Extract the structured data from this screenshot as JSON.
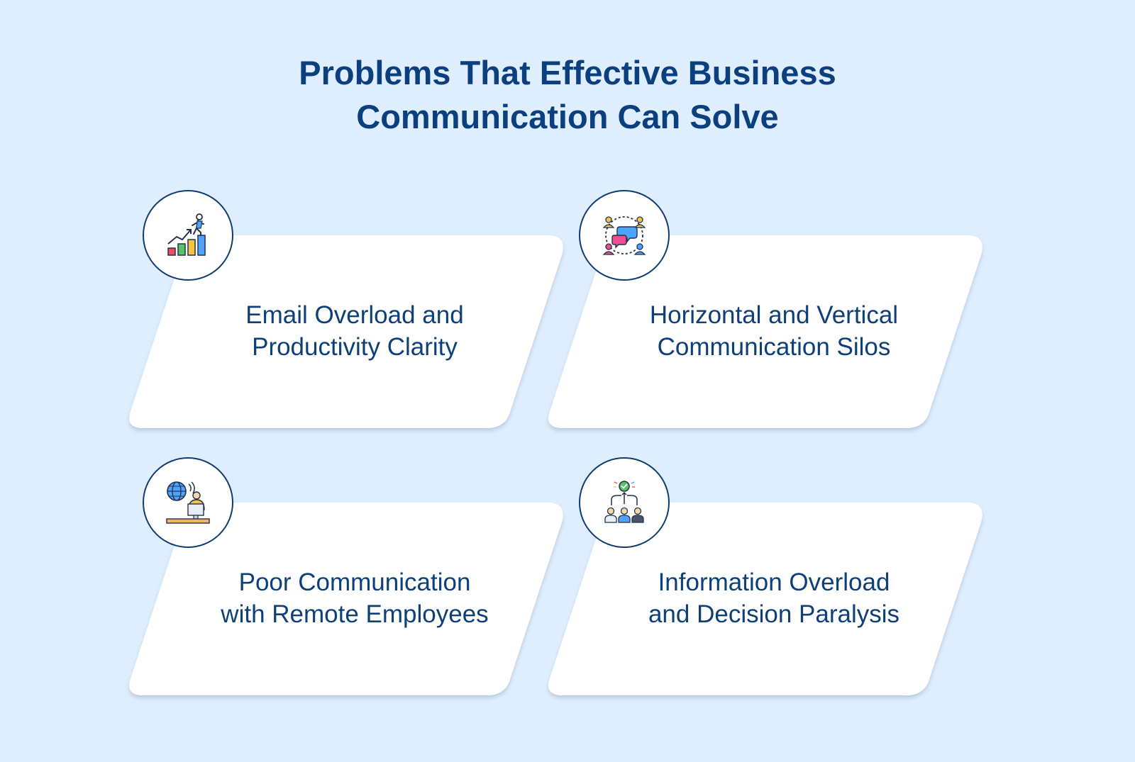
{
  "title": {
    "line1": "Problems That Effective Business",
    "line2": "Communication Can Solve"
  },
  "colors": {
    "background": "#deeeff",
    "title": "#0b3f7d",
    "card_text": "#0d3f78",
    "card": "#ffffff",
    "badge_border": "#0e3b72"
  },
  "cards": [
    {
      "icon": "growth-chart-climbing-icon",
      "line1": "Email Overload and",
      "line2": "Productivity Clarity"
    },
    {
      "icon": "team-chat-network-icon",
      "line1": "Horizontal and Vertical",
      "line2": "Communication Silos"
    },
    {
      "icon": "remote-worker-globe-icon",
      "line1": "Poor Communication",
      "line2": "with Remote Employees"
    },
    {
      "icon": "team-decision-icon",
      "line1": "Information Overload",
      "line2": "and Decision Paralysis"
    }
  ]
}
